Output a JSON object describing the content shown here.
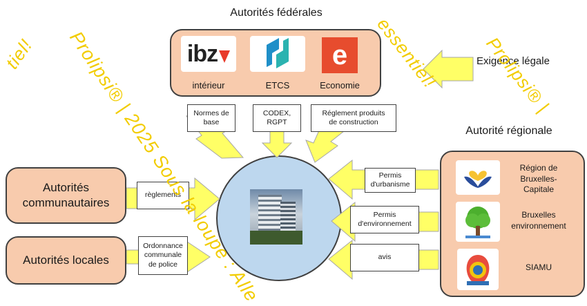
{
  "federal": {
    "title": "Autorités fédérales",
    "logos": [
      {
        "icon": "ibz-logo",
        "text": "ibz",
        "label": "intérieur"
      },
      {
        "icon": "etcs-logo",
        "label": "ETCS"
      },
      {
        "icon": "economie-logo",
        "text": "e",
        "label": "Economie"
      }
    ],
    "notes": [
      "Normes de\nbase",
      "CODEX,\nRGPT",
      "Réglement produits\nde construction"
    ]
  },
  "legal": {
    "label": "Exigence légale"
  },
  "regional": {
    "title": "Autorité régionale",
    "entries": [
      {
        "icon": "bruxelles-capitale-logo",
        "label": "Région de\nBruxelles-\nCapitale"
      },
      {
        "icon": "tree-icon",
        "label": "Bruxelles\nenvironnement"
      },
      {
        "icon": "siamu-emblem-icon",
        "label": "SIAMU"
      }
    ],
    "notes": [
      "Permis\nd'urbanisme",
      "Permis\nd'environnement",
      "avis"
    ]
  },
  "community": {
    "label": "Autorités\ncommunautaires",
    "note": "règlements"
  },
  "local": {
    "label": "Autorités locales",
    "note": "Ordonnance\ncommunale\nde police"
  },
  "center": {
    "icon": "building-photo"
  },
  "watermark": {
    "texts": [
      "tiel!",
      "Prolipsi® | 2025 Sous la loupe : Alle",
      "essentiel!",
      "Prolipsi® |"
    ],
    "color": "#f2cc00"
  },
  "colors": {
    "salmon": "#f8cbad",
    "circle": "#bdd7ee",
    "arrow": "#ffff66",
    "arrow_border": "#a6a6a6"
  }
}
